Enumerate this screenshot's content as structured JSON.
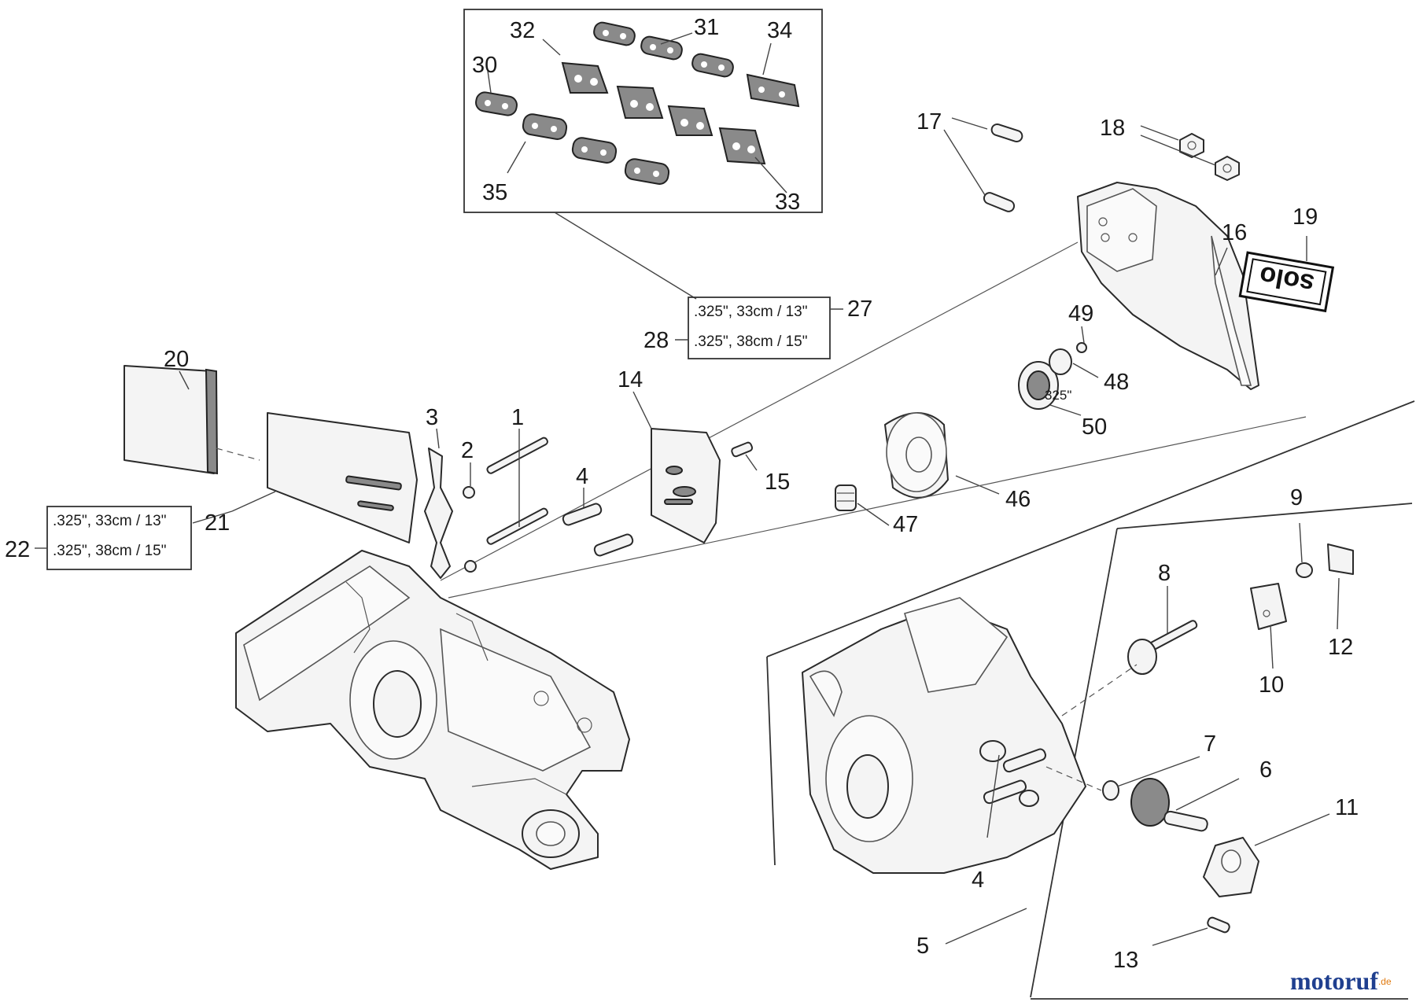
{
  "diagram": {
    "callouts": {
      "c1": "1",
      "c2": "2",
      "c3": "3",
      "c4a": "4",
      "c4b": "4",
      "c5": "5",
      "c6": "6",
      "c7": "7",
      "c8": "8",
      "c9": "9",
      "c10": "10",
      "c11": "11",
      "c12": "12",
      "c13": "13",
      "c14": "14",
      "c15": "15",
      "c16": "16",
      "c17": "17",
      "c18": "18",
      "c19": "19",
      "c20": "20",
      "c21": "21",
      "c22": "22",
      "c27": "27",
      "c28": "28",
      "c30": "30",
      "c31": "31",
      "c32": "32",
      "c33": "33",
      "c34": "34",
      "c35": "35",
      "c46": "46",
      "c47": "47",
      "c48": "48",
      "c49": "49",
      "c50": "50"
    },
    "chain_spec": {
      "line1": ".325\", 33cm / 13\"",
      "line2": ".325\", 38cm / 15\""
    },
    "bar_spec": {
      "line1": ".325\", 33cm / 13\"",
      "line2": ".325\", 38cm / 15\""
    },
    "sprocket_label": "325\"",
    "decal_text": "solo",
    "watermark": {
      "brand": "motoruf",
      "tld": ".de"
    }
  },
  "colors": {
    "line": "#2a2a2a",
    "watermark_blue": "#1f3f8f",
    "watermark_orange": "#e07a10"
  }
}
